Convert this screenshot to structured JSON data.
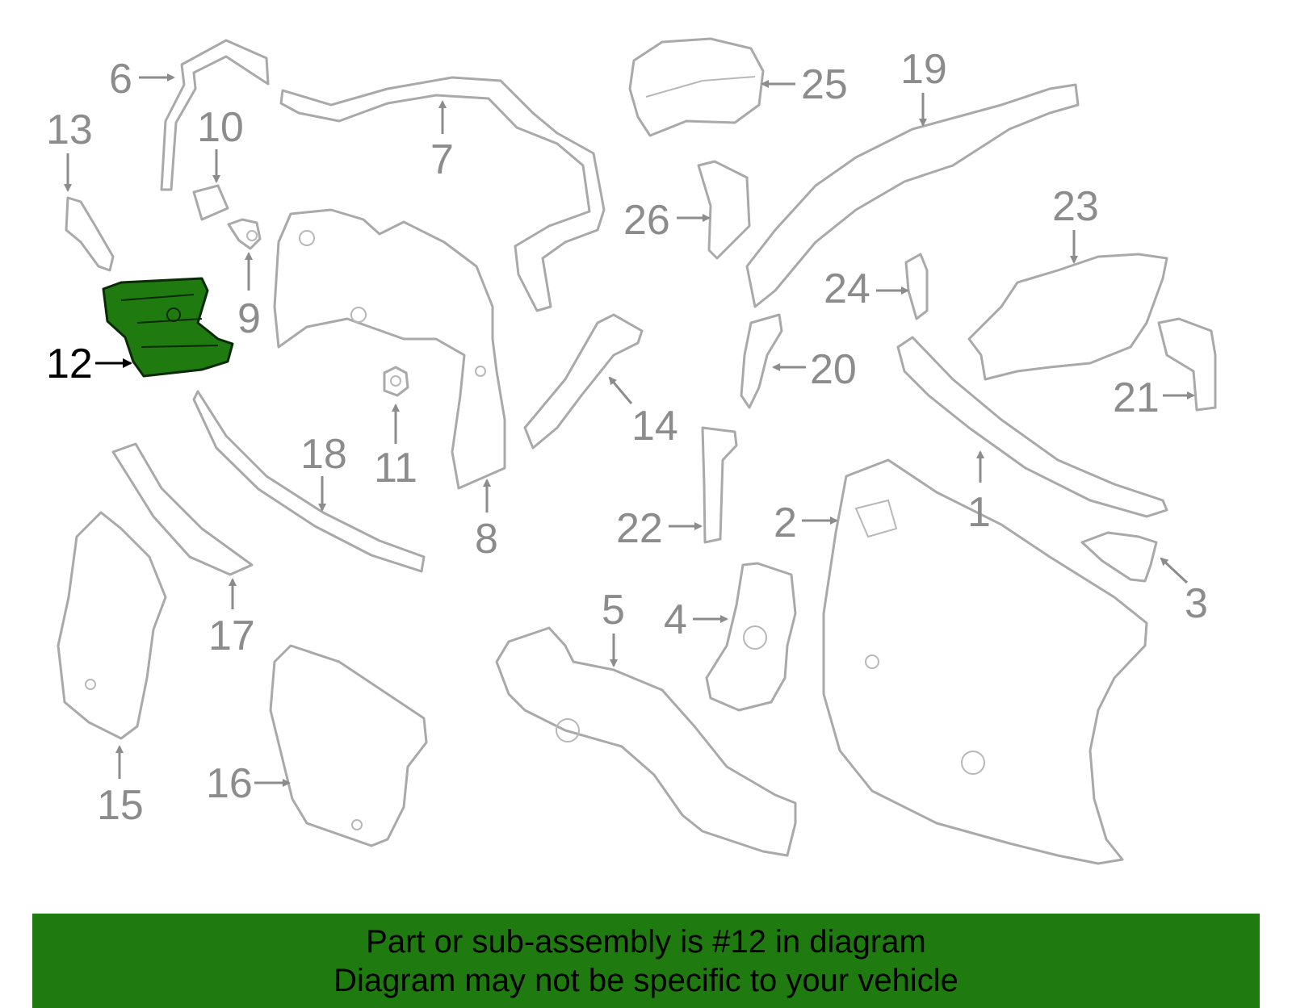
{
  "colors": {
    "highlight_fill": "#1f7a10",
    "line": "#a9a9a9",
    "label": "#8c8c8c",
    "highlight_label": "#000000",
    "banner_bg": "#1f7a10"
  },
  "highlighted_part": "12",
  "callouts": [
    "1",
    "2",
    "3",
    "4",
    "5",
    "6",
    "7",
    "8",
    "9",
    "10",
    "11",
    "12",
    "13",
    "14",
    "15",
    "16",
    "17",
    "18",
    "19",
    "20",
    "21",
    "22",
    "23",
    "24",
    "25",
    "26"
  ],
  "banner": {
    "line1": "Part or sub-assembly is #12 in diagram",
    "line2": "Diagram may not be specific to your vehicle"
  }
}
